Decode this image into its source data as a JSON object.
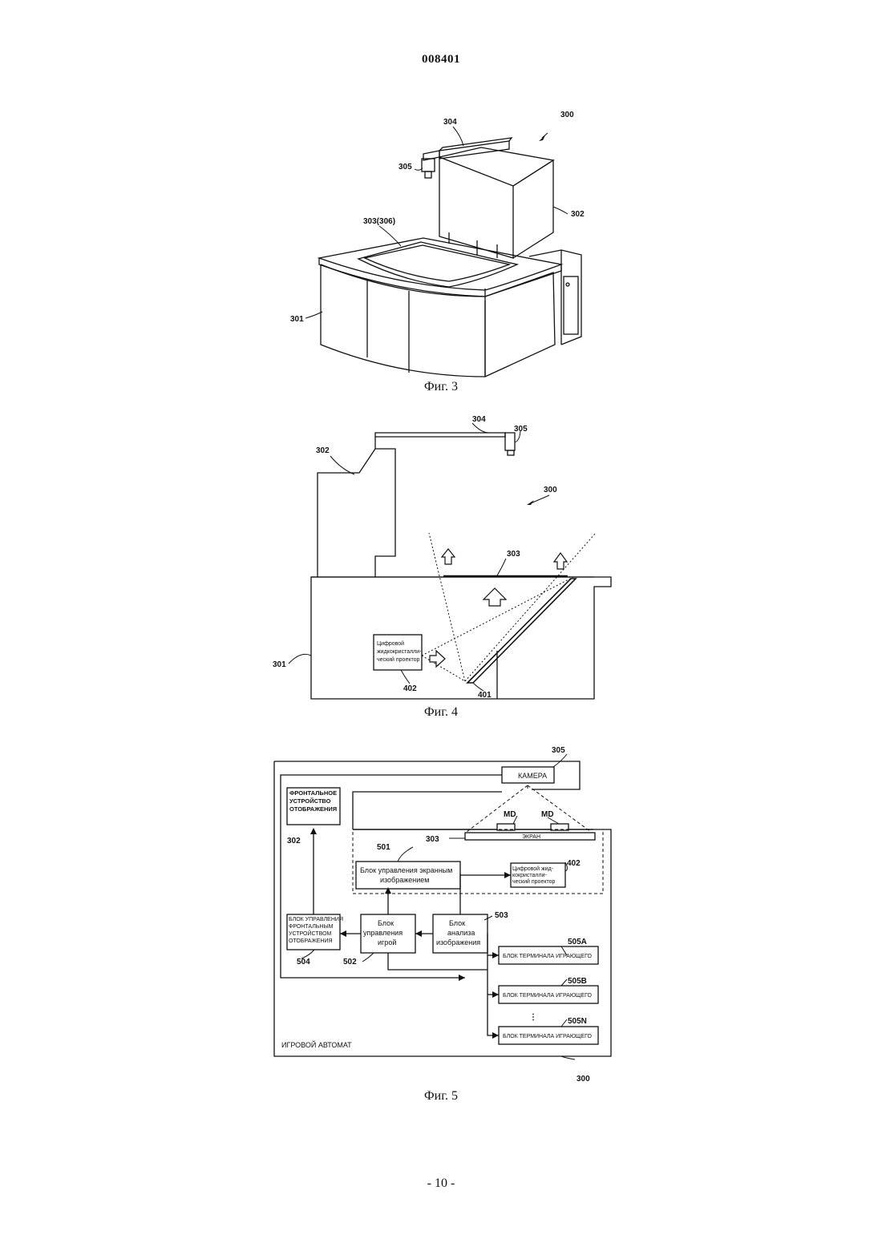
{
  "header": {
    "doc_number": "008401"
  },
  "footer": {
    "page_label": "- 10 -"
  },
  "fig3": {
    "caption": "Фиг. 3",
    "labels": {
      "l300": "300",
      "l301": "301",
      "l302": "302",
      "l303": "303(306)",
      "l304": "304",
      "l305": "305"
    }
  },
  "fig4": {
    "caption": "Фиг. 4",
    "labels": {
      "l300": "300",
      "l301": "301",
      "l302": "302",
      "l303": "303",
      "l304": "304",
      "l305": "305",
      "l401": "401",
      "l402": "402"
    },
    "projector_lines": [
      "Цифровой",
      "жидкокристалли-",
      "ческий проектор"
    ]
  },
  "fig5": {
    "caption": "Фиг. 5",
    "labels": {
      "l300": "300",
      "l302": "302",
      "l303": "303",
      "l305": "305",
      "l402": "402",
      "l501": "501",
      "l502": "502",
      "l503": "503",
      "l504": "504",
      "l505a": "505A",
      "l505b": "505B",
      "l505n": "505N",
      "md1": "MD",
      "md2": "MD"
    },
    "camera": "КАМЕРА",
    "screen": "ЭКРАН",
    "front_display": [
      "ФРОНТАЛЬНОЕ",
      "УСТРОЙСТВО",
      "ОТОБРАЖЕНИЯ"
    ],
    "screen_control": [
      "Блок управления экранным",
      "изображением"
    ],
    "projector": [
      "Цифровой жид-",
      "кокристалли-",
      "ческий проектор"
    ],
    "front_control": [
      "БЛОК УПРАВЛЕНИЯ",
      "ФРОНТАЛЬНЫМ",
      "УСТРОЙСТВОМ",
      "ОТОБРАЖЕНИЯ"
    ],
    "game_control": [
      "Блок",
      "управления",
      "игрой"
    ],
    "image_analysis": [
      "Блок",
      "анализа",
      "изображения"
    ],
    "terminals": [
      "БЛОК ТЕРМИНАЛА ИГРАЮЩЕГО",
      "БЛОК ТЕРМИНАЛА ИГРАЮЩЕГО",
      "БЛОК ТЕРМИНАЛА ИГРАЮЩЕГО"
    ],
    "ellipsis": "⋮",
    "machine": "ИГРОВОЙ АВТОМАТ"
  }
}
